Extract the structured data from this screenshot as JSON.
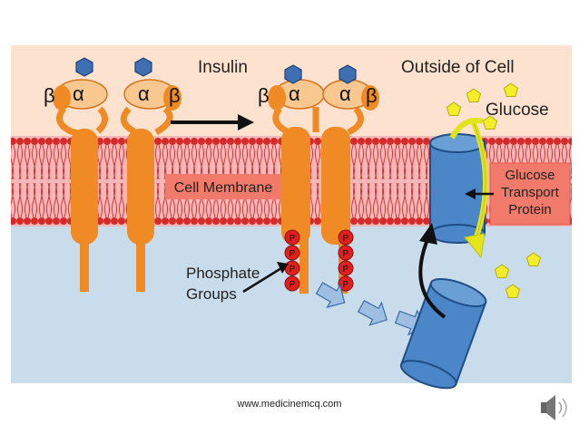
{
  "diagram": {
    "labels": {
      "insulin": "Insulin",
      "outside_cell": "Outside of Cell",
      "glucose": "Glucose",
      "cell_membrane": "Cell Membrane",
      "glucose_transport_protein_line1": "Glucose",
      "glucose_transport_protein_line2": "Transport",
      "glucose_transport_protein_line3": "Protein",
      "phosphate_groups_line1": "Phosphate",
      "phosphate_groups_line2": "Groups",
      "alpha": "α",
      "beta": "β",
      "phosphate_letter": "P"
    },
    "colors": {
      "outside_bg": "#fde3cf",
      "inside_bg": "#c9dcec",
      "membrane_bg": "#f4b8b8",
      "lipid": "#d42a2a",
      "receptor": "#f08a24",
      "receptor_top": "#f8c890",
      "insulin": "#3e6fb3",
      "glucose": "#f4ee2a",
      "phosphate": "#e0201e",
      "transport_protein": "#4a86c8",
      "label_box": "#f27a6a",
      "arrow_light": "#9fbfe2"
    }
  },
  "footer": {
    "website": "www.medicinemcq.com"
  },
  "icons": {
    "speaker": "speaker-icon"
  }
}
